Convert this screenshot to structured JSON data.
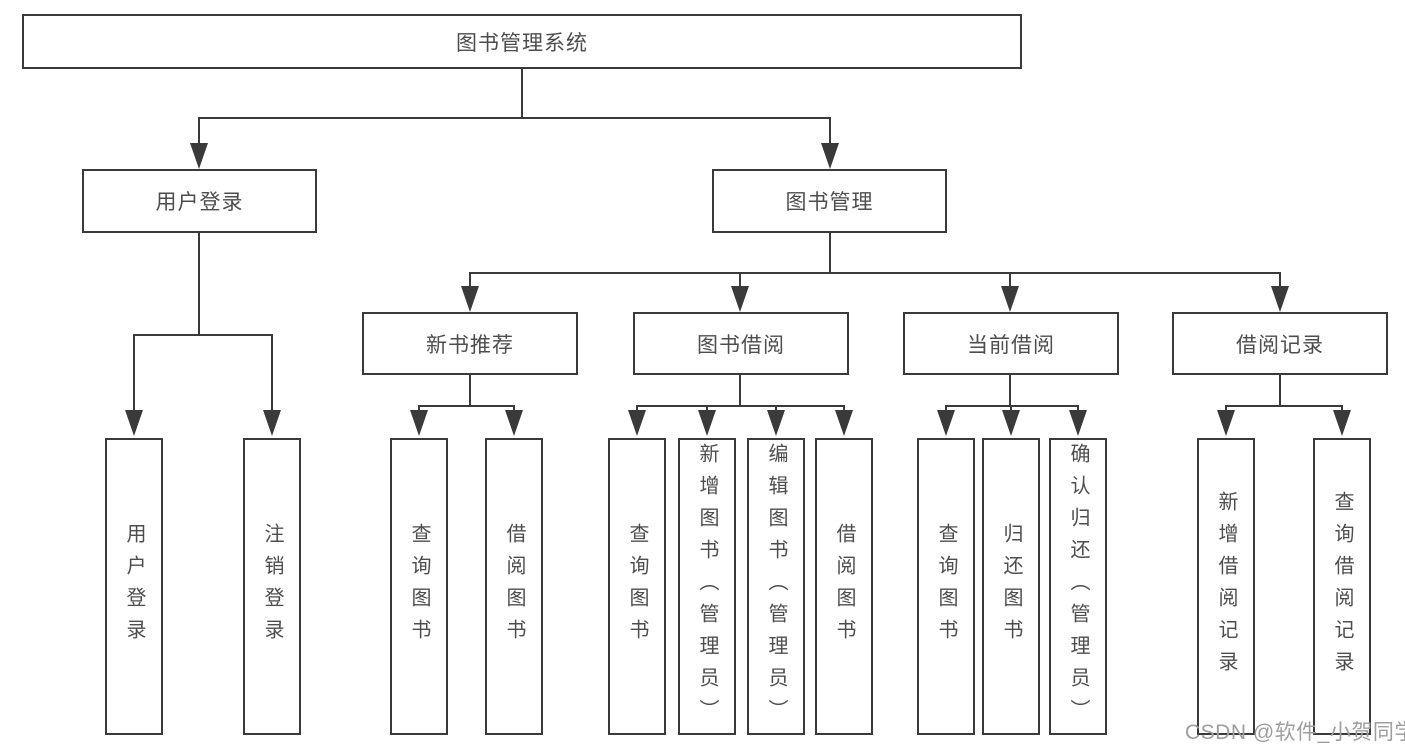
{
  "diagram": {
    "root": {
      "label": "图书管理系统"
    },
    "level2": {
      "user_login": {
        "label": "用户登录"
      },
      "book_mgmt": {
        "label": "图书管理"
      }
    },
    "level3": {
      "new_books": {
        "label": "新书推荐"
      },
      "book_borrow": {
        "label": "图书借阅"
      },
      "current_borrow": {
        "label": "当前借阅"
      },
      "borrow_records": {
        "label": "借阅记录"
      }
    },
    "leaves": {
      "user_login": [
        "用户登录",
        "注销登录"
      ],
      "new_books": [
        "查询图书",
        "借阅图书"
      ],
      "book_borrow": [
        "查询图书",
        "新增图书（管理员）",
        "编辑图书（管理员）",
        "借阅图书"
      ],
      "current_borrow": [
        "查询图书",
        "归还图书",
        "确认归还（管理员）"
      ],
      "borrow_records": [
        "新增借阅记录",
        "查询借阅记录"
      ]
    },
    "watermark": "CSDN @软件_小贺同学",
    "colors": {
      "line": "#3a3a3a",
      "text": "#4d4d4d",
      "watermark": "#9e9e9e",
      "background": "#ffffff"
    }
  }
}
